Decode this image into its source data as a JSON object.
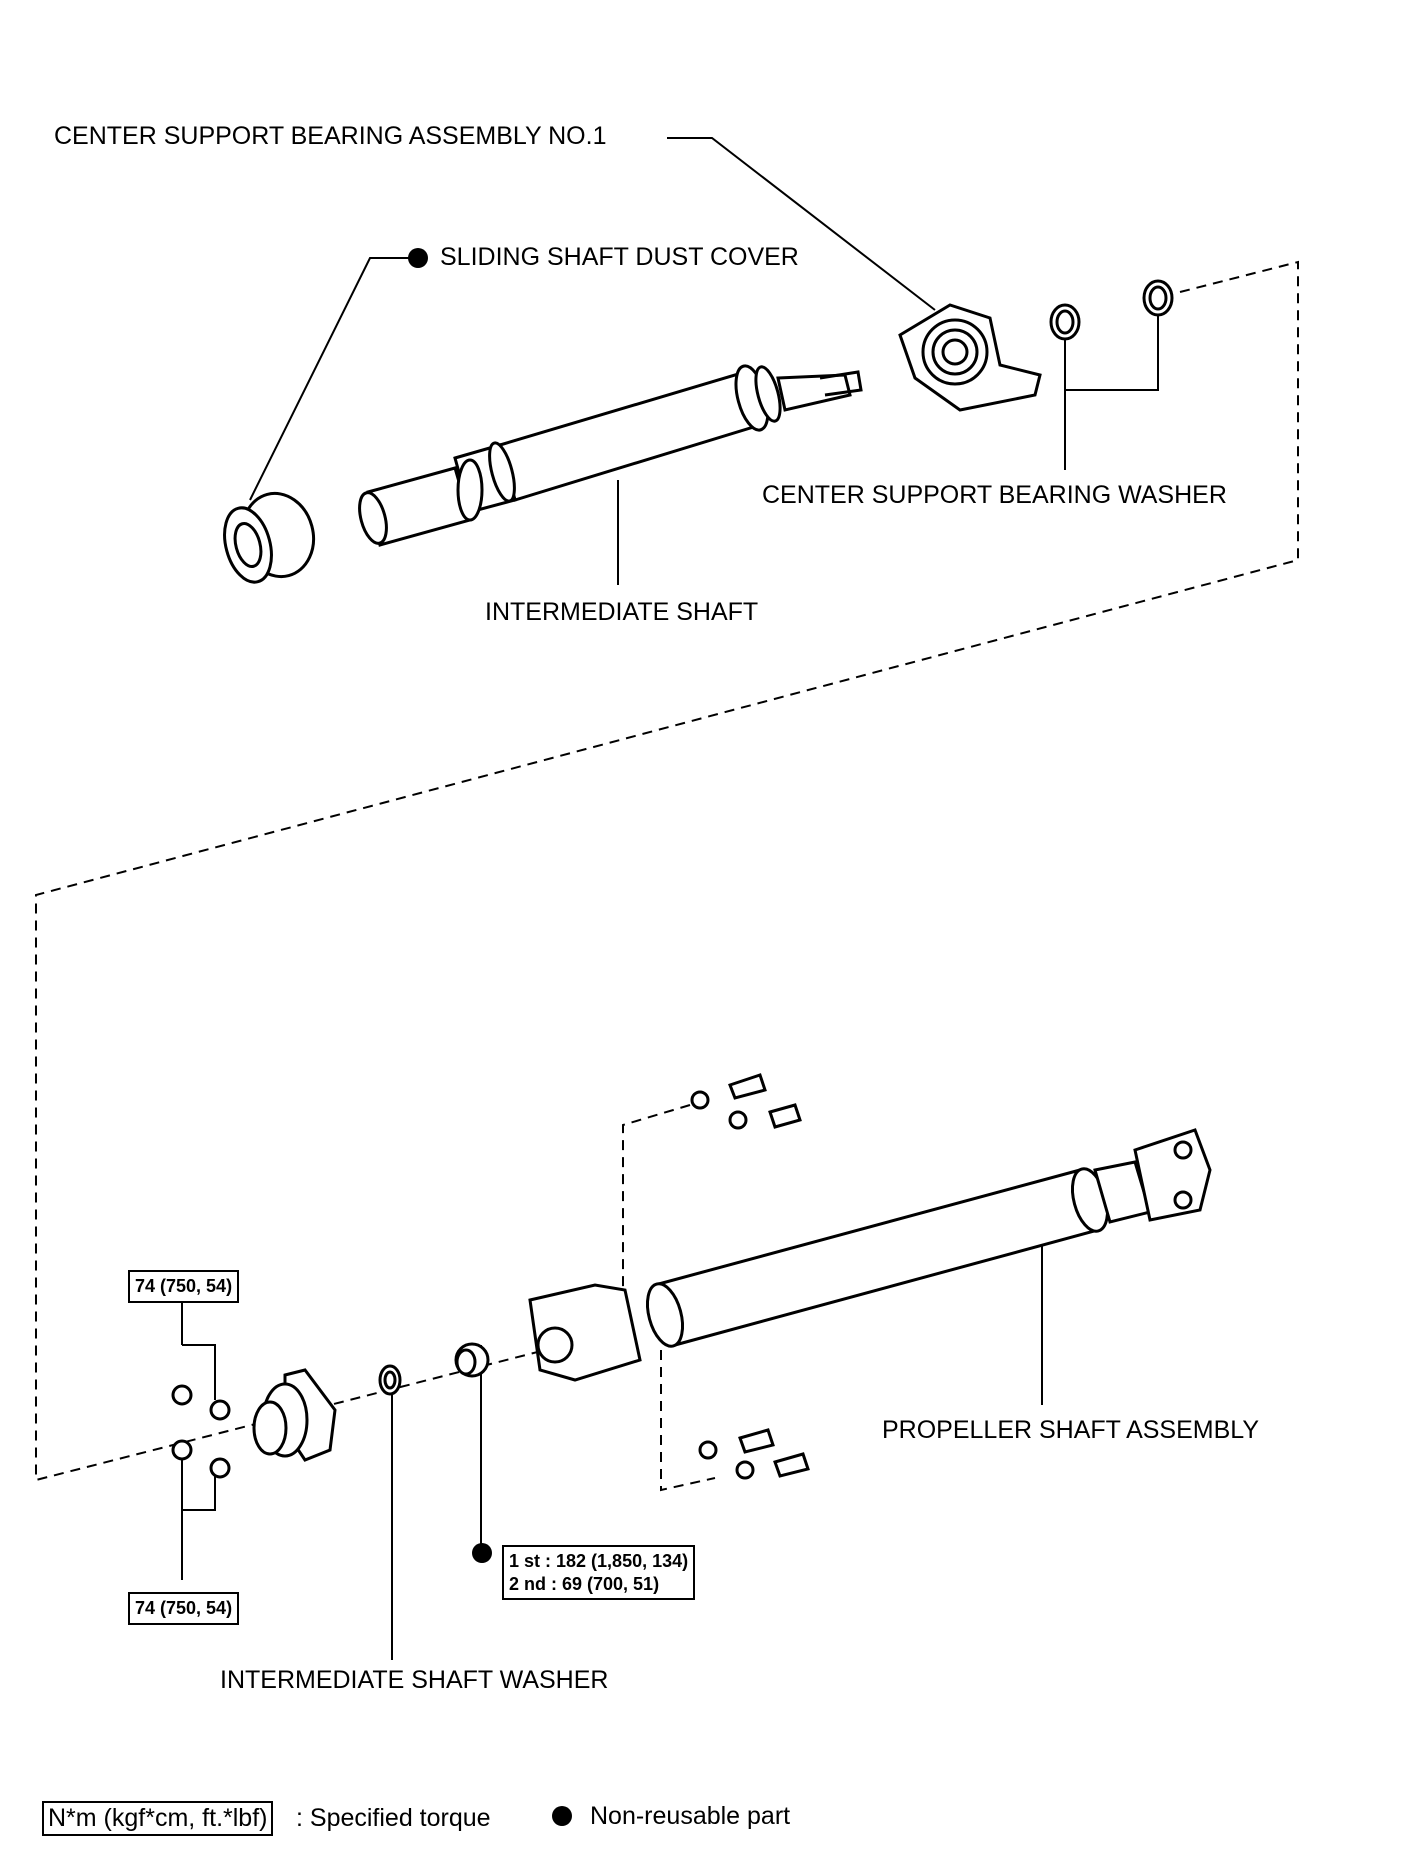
{
  "labels": {
    "center_support_bearing_assembly": "CENTER SUPPORT BEARING ASSEMBLY NO.1",
    "sliding_shaft_dust_cover": "SLIDING SHAFT DUST COVER",
    "center_support_bearing_washer": "CENTER SUPPORT BEARING WASHER",
    "intermediate_shaft": "INTERMEDIATE SHAFT",
    "propeller_shaft_assembly": "PROPELLER SHAFT ASSEMBLY",
    "intermediate_shaft_washer": "INTERMEDIATE SHAFT WASHER"
  },
  "torques": {
    "flange_nuts_upper": "74 (750, 54)",
    "flange_nuts_lower": "74 (750, 54)",
    "center_nut_first": "1 st : 182 (1,850, 134)",
    "center_nut_second": "2 nd : 69 (700, 51)"
  },
  "legend": {
    "torque_unit": "N*m (kgf*cm, ft.*lbf)",
    "torque_text": ": Specified torque",
    "nonreusable_text": "Non-reusable part"
  }
}
